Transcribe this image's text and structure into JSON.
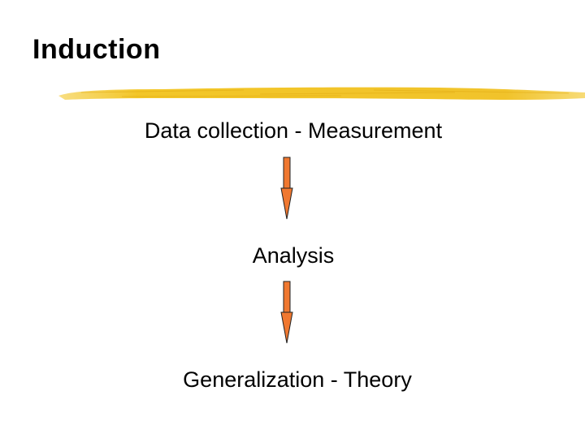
{
  "slide": {
    "title": "Induction",
    "accent_color": "#f2c31c",
    "arrow_color": "#f07830",
    "steps": [
      {
        "label": "Data collection - Measurement"
      },
      {
        "label": "Analysis"
      },
      {
        "label": "Generalization - Theory"
      }
    ],
    "connectors": [
      {
        "from": 0,
        "to": 1,
        "icon": "down-arrow-icon"
      },
      {
        "from": 1,
        "to": 2,
        "icon": "down-arrow-icon"
      }
    ]
  }
}
